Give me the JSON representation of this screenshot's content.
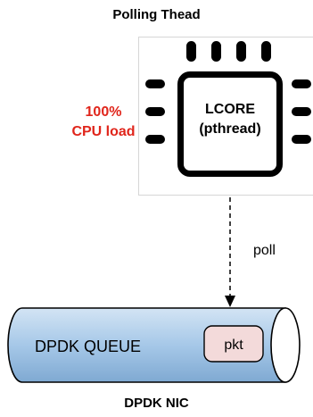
{
  "title": "Polling Thead",
  "core": {
    "line1": "LCORE",
    "line2": "(pthread)"
  },
  "cpu_load": {
    "line1": "100%",
    "line2": "CPU load",
    "color": "#e0251b"
  },
  "arrow_label": "poll",
  "queue": {
    "label": "DPDK QUEUE",
    "packet_label": "pkt",
    "tube_color": "#a6c8e8",
    "packet_color": "#f3dada"
  },
  "nic_label": "DPDK NIC"
}
